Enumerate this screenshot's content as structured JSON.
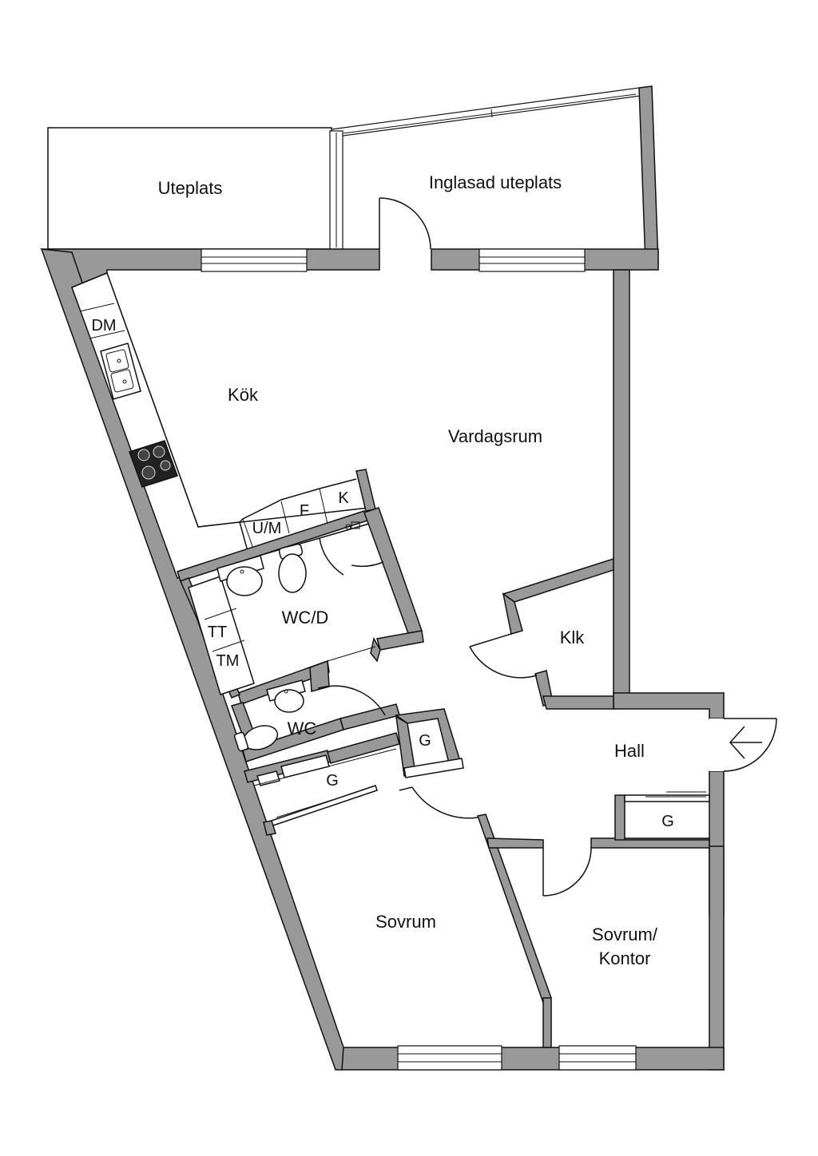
{
  "rooms": {
    "uteplats": "Uteplats",
    "inglasad_uteplats": "Inglasad uteplats",
    "kok": "Kök",
    "vardagsrum": "Vardagsrum",
    "wcd": "WC/D",
    "wc": "WC",
    "klk": "Klk",
    "hall": "Hall",
    "sovrum": "Sovrum",
    "sovrum_kontor_line1": "Sovrum/",
    "sovrum_kontor_line2": "Kontor"
  },
  "fixtures": {
    "dm": "DM",
    "um": "U/M",
    "f": "F",
    "k": "K",
    "tt": "TT",
    "tm": "TM",
    "g_wardrobe_small": "G",
    "g_wardrobe_corridor": "G",
    "g_wardrobe_hall": "G"
  },
  "colors": {
    "wall_fill": "#999999",
    "line": "#111111",
    "background": "#ffffff"
  },
  "icons": {
    "entrance": "arrow-left-icon",
    "stove": "stove-icon",
    "sink": "sink-icon",
    "toilet": "toilet-icon",
    "shower": "shower-icon"
  }
}
